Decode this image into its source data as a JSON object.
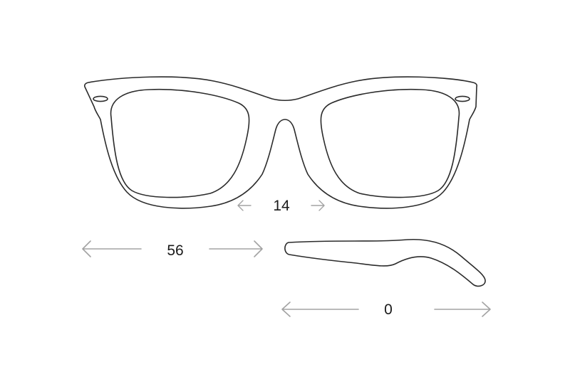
{
  "measurements": {
    "bridge_width": "14",
    "lens_width": "56",
    "temple_length": "0"
  },
  "colors": {
    "outline": "#2b2b2b",
    "arrow": "#a3a3a3",
    "label": "#1a1a1a"
  }
}
